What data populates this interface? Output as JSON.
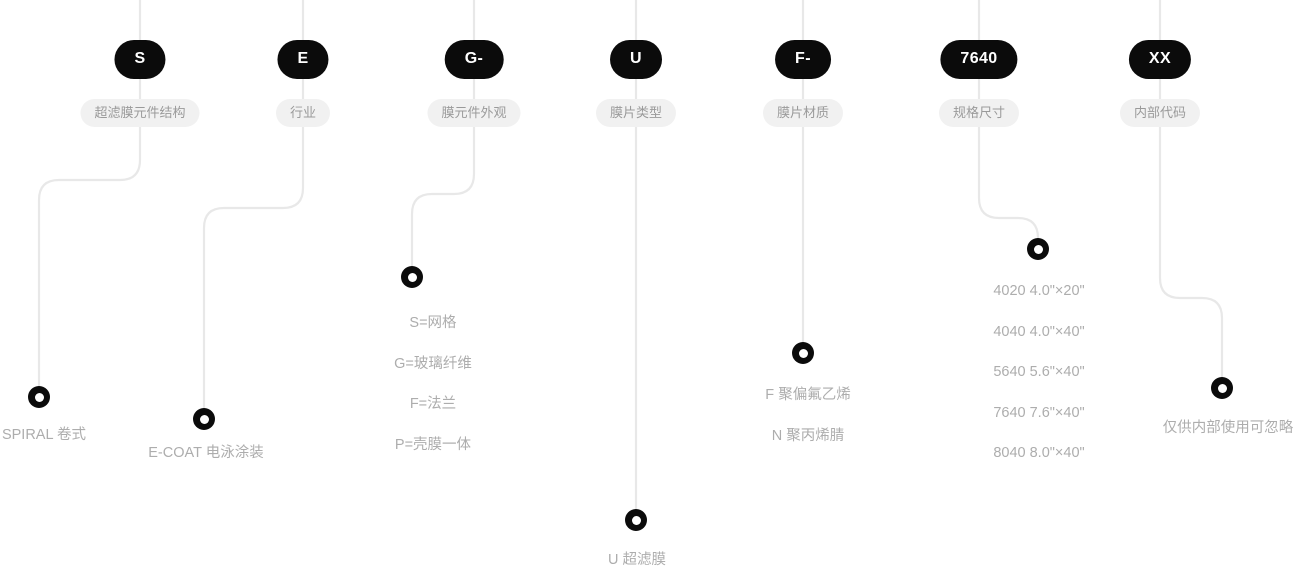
{
  "diagram": {
    "type": "product-code-breakdown",
    "title_text": "",
    "colors": {
      "pill_bg": "#0b0b0b",
      "pill_text": "#ffffff",
      "bubble_bg": "#f1f1f1",
      "bubble_text": "#9a9a9a",
      "wire": "#e8e8e8",
      "value_text": "#adadad",
      "canvas": "#ffffff"
    },
    "columns": [
      {
        "id": "structure",
        "code": "S",
        "category": "超滤膜元件结构",
        "values": [
          "SPIRAL 卷式"
        ]
      },
      {
        "id": "industry",
        "code": "E",
        "category": "行业",
        "values": [
          "E-COAT 电泳涂装"
        ]
      },
      {
        "id": "appearance",
        "code": "G-",
        "category": "膜元件外观",
        "values": [
          "S=网格",
          "G=玻璃纤维",
          "F=法兰",
          "P=壳膜一体"
        ]
      },
      {
        "id": "membrane-type",
        "code": "U",
        "category": "膜片类型",
        "values": [
          "U 超滤膜"
        ]
      },
      {
        "id": "membrane-material",
        "code": "F-",
        "category": "膜片材质",
        "values": [
          "F 聚偏氟乙烯",
          "N 聚丙烯腈"
        ]
      },
      {
        "id": "spec-size",
        "code": "7640",
        "category": "规格尺寸",
        "values": [
          "4020 4.0\"×20\"",
          "4040 4.0\"×40\"",
          "5640 5.6\"×40\"",
          "7640 7.6\"×40\"",
          "8040 8.0\"×40\""
        ]
      },
      {
        "id": "internal-code",
        "code": "XX",
        "category": "内部代码",
        "values": [
          "仅供内部使用可忽略"
        ]
      }
    ]
  }
}
